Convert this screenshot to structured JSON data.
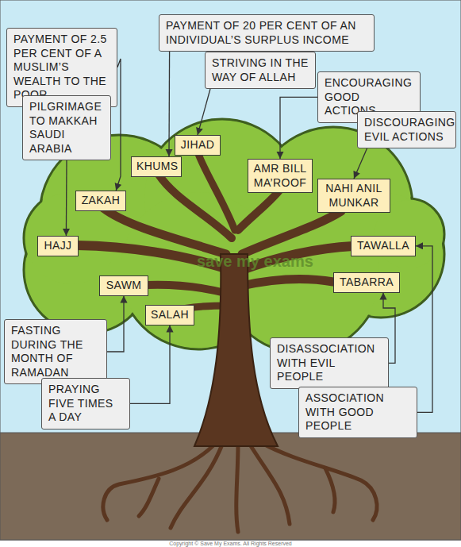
{
  "diagram": {
    "nodes": [
      {
        "text": [
          "PAYMENT OF 2.5 PER CENT OF A MUSLIM’S WEALTH TO THE POOR"
        ]
      },
      {
        "text": [
          "PAYMENT OF 20 PER CENT OF AN INDIVIDUAL’S SURPLUS INCOME"
        ]
      },
      {
        "text": [
          "STRIVING IN THE WAY OF ALLAH"
        ]
      },
      {
        "text": [
          "ENCOURAGING GOOD ACTIONS"
        ]
      },
      {
        "text": [
          "PILGRIMAGE TO MAKKAH SAUDI ARABIA"
        ]
      },
      {
        "text": [
          "DISCOURAGING EVIL ACTIONS"
        ]
      },
      {
        "text": [
          "JIHAD"
        ]
      },
      {
        "text": [
          "KHUMS"
        ]
      },
      {
        "text": [
          "AMR BILL MA’ROOF"
        ]
      },
      {
        "text": [
          "NAHI ANIL MUNKAR"
        ]
      },
      {
        "text": [
          "ZAKAH"
        ]
      },
      {
        "text": [
          "HAJJ"
        ]
      },
      {
        "text": [
          "TAWALLA"
        ]
      },
      {
        "text": [
          "SAWM"
        ]
      },
      {
        "text": [
          "TABARRA"
        ]
      },
      {
        "text": [
          "SALAH"
        ]
      },
      {
        "text": [
          "FASTING DURING THE MONTH OF RAMADAN"
        ]
      },
      {
        "text": [
          "DISASSOCIATION WITH EVIL PEOPLE"
        ]
      },
      {
        "text": [
          "PRAYING FIVE TIMES A DAY"
        ]
      },
      {
        "text": [
          "ASSOCIATION WITH GOOD PEOPLE"
        ]
      }
    ],
    "edges": [
      {
        "from": 0,
        "to": 10,
        "arrow": "to"
      },
      {
        "from": 1,
        "to": 7,
        "arrow": "to"
      },
      {
        "from": 2,
        "to": 6,
        "arrow": "to"
      },
      {
        "from": 3,
        "to": 8,
        "arrow": "to"
      },
      {
        "from": 4,
        "to": 11,
        "arrow": "to"
      },
      {
        "from": 5,
        "to": 9,
        "arrow": "to"
      },
      {
        "from": 16,
        "to": 13,
        "arrow": "to"
      },
      {
        "from": 17,
        "to": 14,
        "arrow": "to"
      },
      {
        "from": 18,
        "to": 15,
        "arrow": "to"
      },
      {
        "from": 19,
        "to": 12,
        "arrow": "to"
      }
    ],
    "labels": [
      "save my exams",
      "Copyright © Save My Exams. All Rights Reserved"
    ]
  }
}
